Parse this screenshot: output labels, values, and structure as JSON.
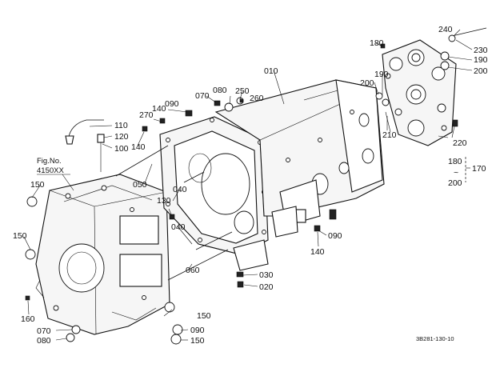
{
  "diagram": {
    "figure_reference": {
      "line1": "Fig.No.",
      "line2": "4150XX"
    },
    "drawing_code": "3B281-130-10",
    "part_labels": {
      "p010": "010",
      "p020": "020",
      "p030": "030",
      "p040a": "040",
      "p040b": "040",
      "p050": "050",
      "p060": "060",
      "p070a": "070",
      "p070b": "070",
      "p080a": "080",
      "p080b": "080",
      "p090a": "090",
      "p090b": "090",
      "p090c": "090",
      "p100": "100",
      "p110": "110",
      "p120": "120",
      "p130": "130",
      "p140a": "140",
      "p140b": "140",
      "p140c": "140",
      "p150a": "150",
      "p150b": "150",
      "p150c": "150",
      "p150d": "150",
      "p160": "160",
      "p170": "170",
      "p180a": "180",
      "p180b": "180",
      "p190a": "190",
      "p190b": "190",
      "p200a": "200",
      "p200b": "200",
      "p200c": "200",
      "p210": "210",
      "p220": "220",
      "p230": "230",
      "p240": "240",
      "p250": "250",
      "p260": "260",
      "p270": "270"
    },
    "range_separator": "~"
  }
}
